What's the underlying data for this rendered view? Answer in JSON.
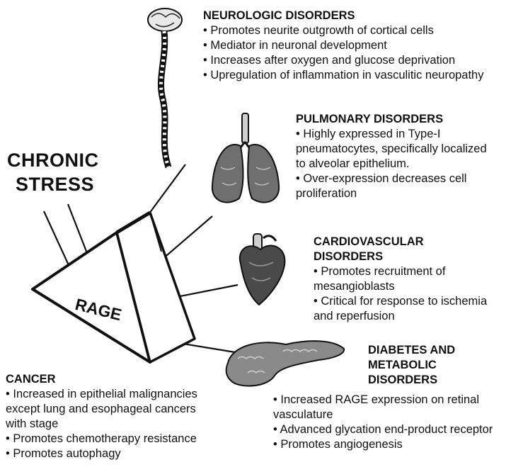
{
  "center": {
    "label": "RAGE",
    "stress_lines": [
      "CHRONIC",
      "STRESS"
    ]
  },
  "neuro": {
    "title": "NEUROLOGIC DISORDERS",
    "lines": [
      "• Promotes neurite outgrowth of cortical cells",
      "• Mediator in neuronal development",
      "• Increases after oxygen and glucose deprivation",
      "• Upregulation of inflammation in vasculitic neuropathy"
    ],
    "icon": "spinal-cord-brain"
  },
  "pulmonary": {
    "title": "PULMONARY DISORDERS",
    "lines": [
      "• Highly expressed in Type-I",
      "pneumatocytes, specifically localized",
      "to alveolar epithelium.",
      "• Over-expression decreases cell",
      "proliferation"
    ],
    "icon": "lungs"
  },
  "cardio": {
    "title_lines": [
      "CARDIOVASCULAR",
      "DISORDERS"
    ],
    "lines": [
      "• Promotes recruitment  of",
      "mesangioblasts",
      "• Critical for response to ischemia",
      "and reperfusion"
    ],
    "icon": "heart"
  },
  "diabetes": {
    "title_lines": [
      "DIABETES AND",
      "METABOLIC",
      "DISORDERS"
    ],
    "lines": [
      "• Increased RAGE expression on retinal",
      "vasculature",
      "• Advanced glycation end-product receptor",
      "• Promotes angiogenesis"
    ],
    "icon": "pancreas"
  },
  "cancer": {
    "title": "CANCER",
    "lines": [
      "• Increased in epithelial malignancies",
      "except lung and esophageal cancers",
      "with stage",
      "• Promotes chemotherapy resistance",
      "• Promotes autophagy"
    ]
  }
}
